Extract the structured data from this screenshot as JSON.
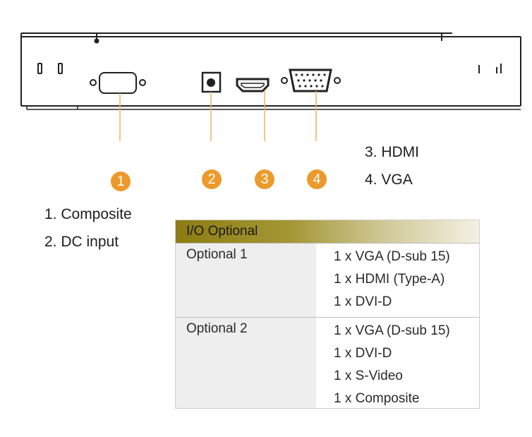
{
  "connectors": [
    {
      "number": "1",
      "name": "Composite"
    },
    {
      "number": "2",
      "name": "DC input"
    },
    {
      "number": "3",
      "name": "HDMI"
    },
    {
      "number": "4",
      "name": "VGA"
    }
  ],
  "legend_right": [
    "3. HDMI",
    "4. VGA"
  ],
  "legend_left": [
    "1. Composite",
    "2. DC input"
  ],
  "table": {
    "header": "I/O Optional",
    "rows": [
      {
        "label": "Optional 1",
        "items": [
          "1 x VGA (D-sub 15)",
          "1 x HDMI (Type-A)",
          "1 x DVI-D"
        ]
      },
      {
        "label": "Optional 2",
        "items": [
          "1 x VGA (D-sub 15)",
          "1 x DVI-D",
          "1 x S-Video",
          "1 x Composite"
        ]
      }
    ]
  },
  "colors": {
    "badge": "#ec9a2c",
    "leader_line": "#f0b25a",
    "outline": "#222222"
  }
}
